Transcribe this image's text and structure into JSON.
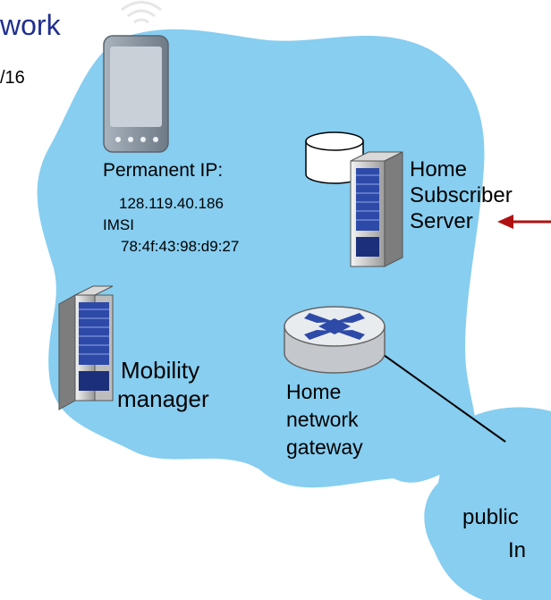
{
  "title_fragment": "work",
  "subnet_fragment": "/16",
  "device_info": {
    "permanent_ip_label": "Permanent IP:",
    "permanent_ip_value": "128.119.40.186",
    "imsi_label": "IMSI",
    "imsi_value": "78:4f:43:98:d9:27"
  },
  "hss": {
    "line1": "Home",
    "line2": "Subscriber",
    "line3": "Server"
  },
  "mobility": {
    "line1": "Mobility",
    "line2": "manager"
  },
  "gateway": {
    "line1": "Home",
    "line2": "network",
    "line3": "gateway"
  },
  "internet": {
    "line1": "public",
    "line2": "In"
  },
  "colors": {
    "cloud": "#87cef0",
    "title": "#1f2f8f",
    "arrow": "#b01010"
  },
  "icons": [
    "wireless-icon",
    "smartphone-icon",
    "database-icon",
    "server-icon",
    "router-icon"
  ]
}
